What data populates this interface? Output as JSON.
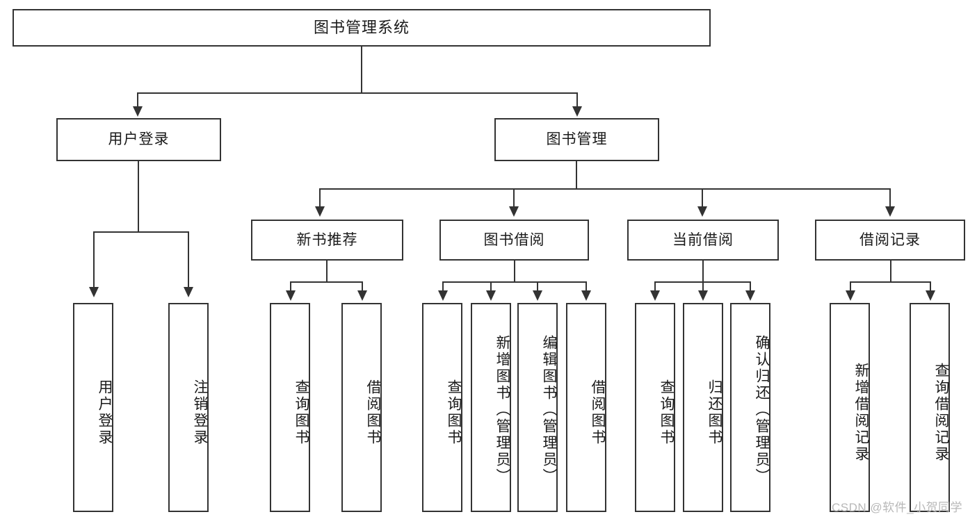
{
  "diagram": {
    "title": "图书管理系统",
    "type": "hierarchy-tree",
    "root": {
      "id": "root",
      "label": "图书管理系统"
    },
    "level2": [
      {
        "id": "user-login",
        "label": "用户登录"
      },
      {
        "id": "book-manage",
        "label": "图书管理"
      }
    ],
    "level3": [
      {
        "id": "new-book-recommend",
        "label": "新书推荐"
      },
      {
        "id": "book-borrow",
        "label": "图书借阅"
      },
      {
        "id": "current-borrow",
        "label": "当前借阅"
      },
      {
        "id": "borrow-record",
        "label": "借阅记录"
      }
    ],
    "leaves": {
      "user_login": [
        {
          "id": "leaf-user-login",
          "label": "用户登录"
        },
        {
          "id": "leaf-logout-login",
          "label": "注销登录"
        }
      ],
      "new_book_recommend": [
        {
          "id": "leaf-query-book-1",
          "label": "查询图书"
        },
        {
          "id": "leaf-borrow-book-1",
          "label": "借阅图书"
        }
      ],
      "book_borrow": [
        {
          "id": "leaf-query-book-2",
          "label": "查询图书"
        },
        {
          "id": "leaf-add-book",
          "label": "新增图书（管理员）"
        },
        {
          "id": "leaf-edit-book",
          "label": "编辑图书（管理员）"
        },
        {
          "id": "leaf-borrow-book-2",
          "label": "借阅图书"
        }
      ],
      "current_borrow": [
        {
          "id": "leaf-query-book-3",
          "label": "查询图书"
        },
        {
          "id": "leaf-return-book",
          "label": "归还图书"
        },
        {
          "id": "leaf-confirm-return",
          "label": "确认归还（管理员）"
        }
      ],
      "borrow_record": [
        {
          "id": "leaf-add-record",
          "label": "新增借阅记录"
        },
        {
          "id": "leaf-query-record",
          "label": "查询借阅记录"
        }
      ]
    }
  },
  "watermark": {
    "text": "CSDN @软件_小贺同学"
  },
  "colors": {
    "stroke": "#333333",
    "background": "#ffffff",
    "text": "#1a1a1a",
    "watermark": "#b8b8b8"
  }
}
